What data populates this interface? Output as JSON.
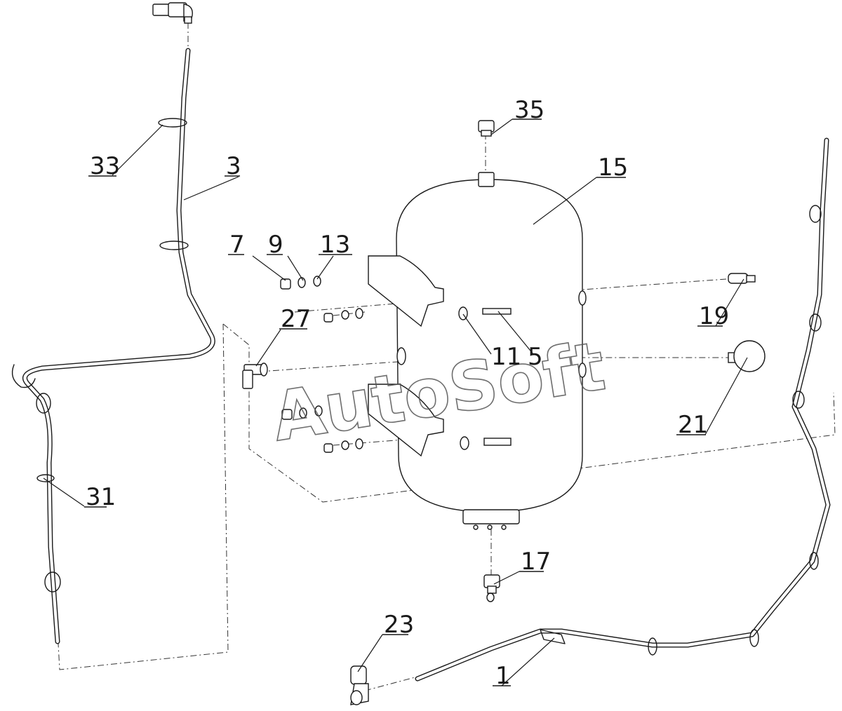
{
  "watermark": "AutoSoft",
  "callouts": {
    "c35": "35",
    "c15": "15",
    "c33": "33",
    "c3": "3",
    "c7": "7",
    "c9": "9",
    "c13": "13",
    "c27": "27",
    "c11": "11",
    "c5": "5",
    "c19": "19",
    "c21": "21",
    "c31": "31",
    "c17": "17",
    "c23": "23",
    "c1": "1"
  }
}
